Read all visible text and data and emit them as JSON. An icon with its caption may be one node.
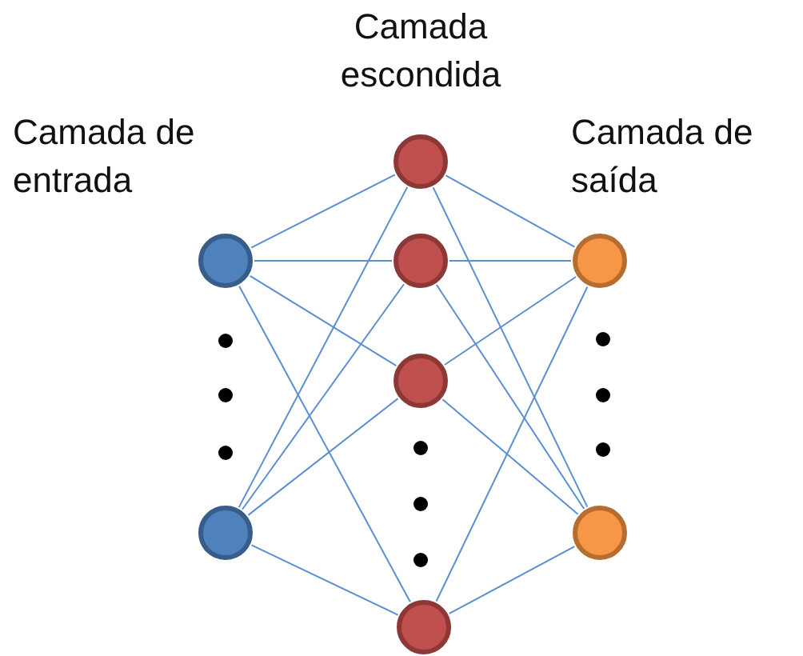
{
  "diagram": {
    "nodes": [
      {
        "text": [],
        "shape": "circle"
      },
      {
        "text": [],
        "shape": "circle"
      },
      {
        "text": [],
        "shape": "circle"
      },
      {
        "text": [],
        "shape": "circle"
      },
      {
        "text": [],
        "shape": "circle"
      },
      {
        "text": [],
        "shape": "circle"
      },
      {
        "text": [],
        "shape": "circle"
      },
      {
        "text": [],
        "shape": "circle"
      }
    ],
    "edges": [
      {
        "from": 0,
        "to": 2,
        "arrow": "none"
      },
      {
        "from": 0,
        "to": 3,
        "arrow": "none"
      },
      {
        "from": 0,
        "to": 4,
        "arrow": "none"
      },
      {
        "from": 0,
        "to": 5,
        "arrow": "none"
      },
      {
        "from": 1,
        "to": 2,
        "arrow": "none"
      },
      {
        "from": 1,
        "to": 3,
        "arrow": "none"
      },
      {
        "from": 1,
        "to": 4,
        "arrow": "none"
      },
      {
        "from": 1,
        "to": 5,
        "arrow": "none"
      },
      {
        "from": 2,
        "to": 6,
        "arrow": "none"
      },
      {
        "from": 2,
        "to": 7,
        "arrow": "none"
      },
      {
        "from": 3,
        "to": 6,
        "arrow": "none"
      },
      {
        "from": 3,
        "to": 7,
        "arrow": "none"
      },
      {
        "from": 4,
        "to": 6,
        "arrow": "none"
      },
      {
        "from": 4,
        "to": 7,
        "arrow": "none"
      },
      {
        "from": 5,
        "to": 6,
        "arrow": "none"
      },
      {
        "from": 5,
        "to": 7,
        "arrow": "none"
      }
    ],
    "labels": [
      "Camada escondida",
      "Camada de entrada",
      "Camada de saída"
    ]
  }
}
